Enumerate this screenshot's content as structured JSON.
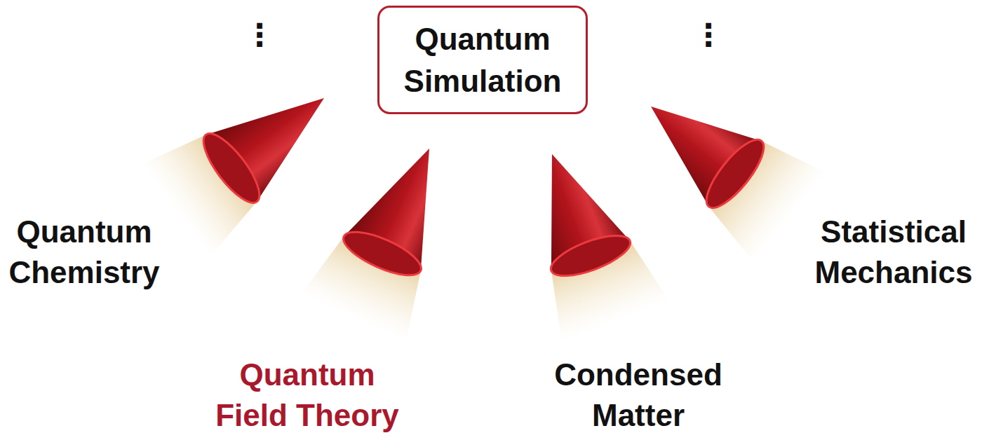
{
  "diagram": {
    "nodes": [
      {
        "text": [
          "Quantum Simulation"
        ]
      }
    ],
    "labels": [
      "⋮",
      "Quantum Chemistry",
      "Quantum Field Theory",
      "Condensed Matter",
      "Statistical Mechanics",
      "⋮"
    ]
  }
}
